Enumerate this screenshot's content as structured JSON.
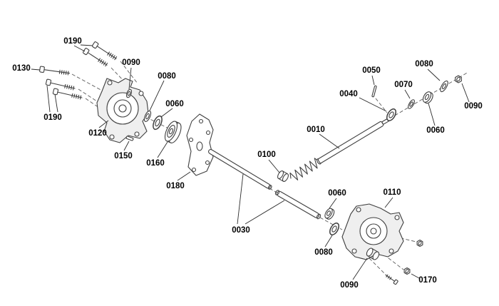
{
  "diagram": {
    "kind": "exploded-parts-diagram",
    "background_color": "#ffffff",
    "line_color": "#3f3f3f",
    "label_color": "#000000",
    "labels": [
      {
        "text": "0190"
      },
      {
        "text": "0130"
      },
      {
        "text": "0090"
      },
      {
        "text": "0190"
      },
      {
        "text": "0080"
      },
      {
        "text": "0060"
      },
      {
        "text": "0120"
      },
      {
        "text": "0150"
      },
      {
        "text": "0160"
      },
      {
        "text": "0180"
      },
      {
        "text": "0100"
      },
      {
        "text": "0030"
      },
      {
        "text": "0010"
      },
      {
        "text": "0050"
      },
      {
        "text": "0040"
      },
      {
        "text": "0070"
      },
      {
        "text": "0080"
      },
      {
        "text": "0090"
      },
      {
        "text": "0060"
      },
      {
        "text": "0060"
      },
      {
        "text": "0110"
      },
      {
        "text": "0080"
      },
      {
        "text": "0090"
      },
      {
        "text": "0170"
      }
    ]
  }
}
